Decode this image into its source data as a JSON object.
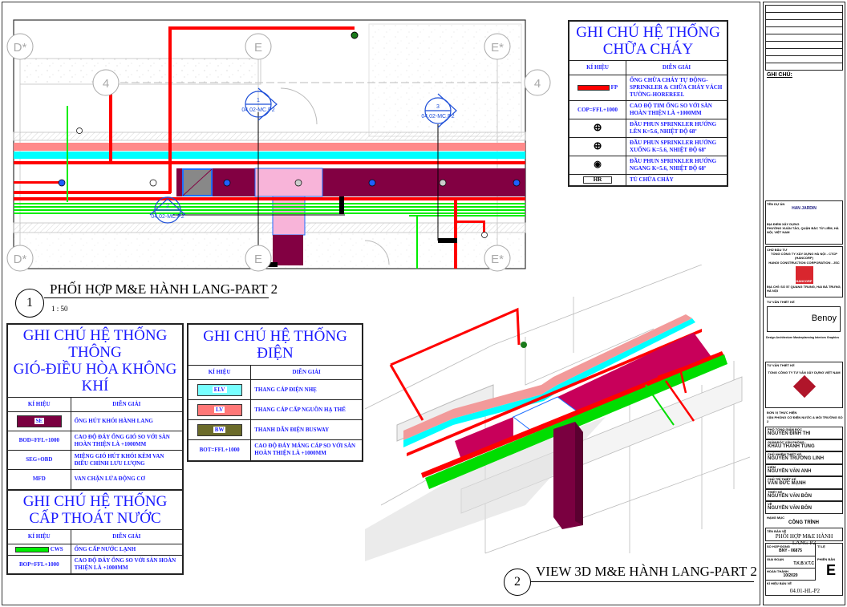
{
  "plan": {
    "grid": {
      "d": "D*",
      "e": "E",
      "e_star": "E*",
      "row": "4"
    },
    "sections": [
      {
        "num": "1",
        "ref": "04.02-MC.P2"
      },
      {
        "num": "2",
        "ref": "04.02-MC.P2"
      },
      {
        "num": "3",
        "ref": "04.02-MC.P2"
      }
    ]
  },
  "view1": {
    "num": "1",
    "title": "PHỐI HỢP M&E HÀNH LANG-PART 2",
    "scale": "1 : 50"
  },
  "view2": {
    "num": "2",
    "title": "VIEW 3D M&E HÀNH LANG-PART 2"
  },
  "fire_legend": {
    "title_1": "GHI CHÚ HỆ THỐNG",
    "title_2": "CHỮA CHÁY",
    "col_symbol": "KÍ HIỆU",
    "col_desc": "DIỄN GIẢI",
    "rows": [
      {
        "sym": "FP",
        "desc": "ỐNG CHỮA CHÁY TỰ ĐỘNG-SPRINKLER & CHỮA CHÁY VÁCH TƯỜNG-HOREREEL"
      },
      {
        "sym": "COP=FFL+1000",
        "desc": "CAO ĐỘ TIM ỐNG SO VỚI SÀN HOÀN THIỆN LÀ +1000MM"
      },
      {
        "sym": "",
        "desc": "ĐẦU PHUN SPRINKLER HƯỚNG LÊN K=5.6, NHIỆT ĐỘ 68º"
      },
      {
        "sym": "",
        "desc": "ĐẦU PHUN SPRINKLER HƯỚNG XUỐNG K=5.6, NHIỆT ĐỘ 68º"
      },
      {
        "sym": "",
        "desc": "ĐẦU PHUN SPRINKLER HƯỚNG NGANG K=5.6, NHIỆT ĐỘ 68º"
      },
      {
        "sym": "HR",
        "desc": "TỦ CHỮA CHÁY"
      }
    ]
  },
  "hvac_legend": {
    "title_1": "GHI CHÚ HỆ THỐNG THÔNG",
    "title_2": "GIÓ-ĐIỀU HÒA KHÔNG KHÍ",
    "col_symbol": "KÍ HIỆU",
    "col_desc": "DIỄN GIẢI",
    "rows": [
      {
        "sym": "SE",
        "desc": "ỐNG HÚT KHÓI HÀNH LANG"
      },
      {
        "sym": "BOD=FFL+1000",
        "desc": "CAO ĐỘ ĐÁY ỐNG GIÓ SO VỚI SÀN HOÀN THIỆN LÀ +1000MM"
      },
      {
        "sym": "SEG+OBD",
        "desc": "MIỆNG GIÓ HÚT KHÓI KÈM VAN ĐIỀU CHỈNH LƯU LƯỢNG"
      },
      {
        "sym": "MFD",
        "desc": "VAN CHẶN LỬA ĐỘNG CƠ"
      }
    ]
  },
  "elec_legend": {
    "title": "GHI CHÚ HỆ THỐNG ĐIỆN",
    "col_symbol": "KÍ HIỆU",
    "col_desc": "DIỄN GIẢI",
    "rows": [
      {
        "sym": "ELV",
        "desc": "THANG CÁP ĐIỆN NHẸ"
      },
      {
        "sym": "LV",
        "desc": "THANG CÁP CẤP NGUỒN HẠ THẾ"
      },
      {
        "sym": "BW",
        "desc": "THANH DẪN ĐIỆN BUSWAY"
      },
      {
        "sym": "BOT=FFL+1000",
        "desc": "CAO ĐỘ ĐÁY MÁNG CÁP SO VỚI SÀN HOÀN THIỆN LÀ +1000MM"
      }
    ]
  },
  "water_legend": {
    "title_1": "GHI CHÚ HỆ THỐNG",
    "title_2": "CẤP THOÁT NƯỚC",
    "col_symbol": "KÍ HIỆU",
    "col_desc": "DIỄN GIẢI",
    "rows": [
      {
        "sym": "CWS",
        "desc": "ỐNG CẤP NƯỚC LẠNH"
      },
      {
        "sym": "BOP=FFL+1000",
        "desc": "CAO ĐỘ ĐÁY ỐNG SO VỚI SÀN HOÀN THIỆN LÀ +1000MM"
      }
    ]
  },
  "colors": {
    "fire": "#ff0000",
    "duct": "#7a0040",
    "elv": "#00ffff",
    "lv": "#ff8080",
    "bw": "#6b6b2a",
    "cws": "#00ee00",
    "legend_text": "#1a1aff"
  },
  "title_block": {
    "notes_label": "GHI CHÚ:",
    "project_label": "TÊN DỰ ÁN",
    "project": "HAN JARDIN",
    "location_label": "ĐỊA ĐIỂM XÂY DỰNG",
    "location": "PHƯỜNG XUÂN TẢO, QUẬN BẮC TỪ LIÊM, HÀ NỘI, VIỆT NAM",
    "owner_label": "CHỦ ĐẦU TƯ",
    "owner": "TỔNG CÔNG TY XÂY DỰNG HÀ NỘI - CTCP (HANCORP)",
    "owner_en": "HANOI CONSTRUCTION CORPORATION - JSC",
    "owner_logo": "HANCORP",
    "owner_address": "ĐỊA CHỈ: SỐ 57 QUANG TRUNG, HAI BÀ TRƯNG, HÀ NỘI",
    "designer_label": "TƯ VẤN THIẾT KẾ",
    "designer_logo": "Benoy",
    "designer_desc": "Design Architecture Masterplanning Interiors Graphics",
    "consultant_label": "TƯ VẤN THIẾT KẾ",
    "consultant": "TỔNG CÔNG TY TƯ VẤN XÂY DỰNG VIỆT NAM",
    "unit_label": "ĐƠN VỊ THỰC HIỆN",
    "unit": "VĂN PHÒNG CƠ ĐIỆN NƯỚC & MÔI TRƯỜNG SỐ 2",
    "people": [
      {
        "role": "PHÓ TỔNG GIÁM ĐỐC",
        "name": "NGUYỄN ĐÌNH THI"
      },
      {
        "role": "GIÁM ĐỐC VĂN PHÒNG",
        "name": "KHẨU THANH TÙNG"
      },
      {
        "role": "CHỦ NHIỆM THIẾT KẾ",
        "name": "NGUYỄN TRƯỜNG LINH"
      },
      {
        "role": "KIỂM",
        "name": "NGUYỄN VĂN ANH"
      },
      {
        "role": "CHỦ TRÌ THIẾT KẾ",
        "name": "VĂN ĐỨC MẠNH"
      },
      {
        "role": "THIẾT KẾ",
        "name": "NGUYỄN VĂN BÔN"
      },
      {
        "role": "VẼ",
        "name": "NGUYỄN VĂN BÔN"
      }
    ],
    "category_label": "HẠNG MỤC",
    "category": "CÔNG TRÌNH",
    "drawing_name_label": "TÊN BẢN VẼ",
    "drawing_name": "PHỐI HỢP M&E HÀNH LANG-P2",
    "contract_label": "SỐ HỢP ĐỒNG",
    "contract": "BNY - 06875",
    "scale_label": "TỈ LỆ",
    "stage_label": "GIAI ĐOẠN",
    "stage": "T.K.B.V.T.C",
    "revision_label": "PHIÊN BẢN",
    "revision": "E",
    "date_label": "HOÀN THÀNH",
    "date": "10/2020",
    "drawing_no_label": "KÍ HIỆU BẢN VẼ",
    "drawing_no": "04.01-HL-P2"
  }
}
